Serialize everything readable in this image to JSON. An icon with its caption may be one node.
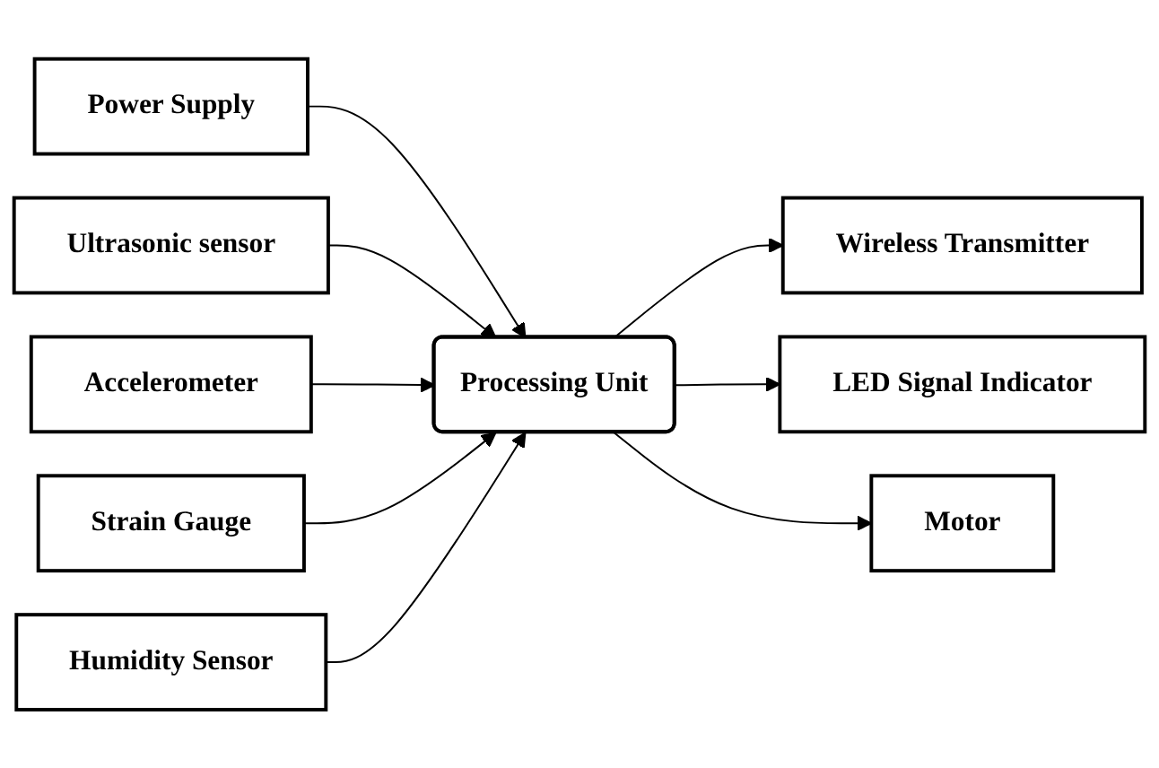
{
  "diagram": {
    "nodes": [
      {
        "text": [
          "Power Supply"
        ]
      },
      {
        "text": [
          "Ultrasonic sensor"
        ]
      },
      {
        "text": [
          "Accelerometer"
        ]
      },
      {
        "text": [
          "Strain Gauge"
        ]
      },
      {
        "text": [
          "Wireless Transmitter"
        ]
      },
      {
        "text": [
          "Processing Unit"
        ]
      },
      {
        "text": [
          "Humidity Sensor"
        ]
      },
      {
        "text": [
          "LED Signal Indicator"
        ]
      },
      {
        "text": [
          "Motor"
        ]
      }
    ],
    "edges": [
      {
        "from": 0,
        "to": 5,
        "arrow": "to"
      },
      {
        "from": 1,
        "to": 5,
        "arrow": "to"
      },
      {
        "from": 2,
        "to": 5,
        "arrow": "to"
      },
      {
        "from": 3,
        "to": 5,
        "arrow": "to"
      },
      {
        "from": 5,
        "to": 4,
        "arrow": "to"
      },
      {
        "from": 6,
        "to": 5,
        "arrow": "to"
      },
      {
        "from": 5,
        "to": 7,
        "arrow": "to"
      },
      {
        "from": 5,
        "to": 8,
        "arrow": "to"
      }
    ]
  }
}
